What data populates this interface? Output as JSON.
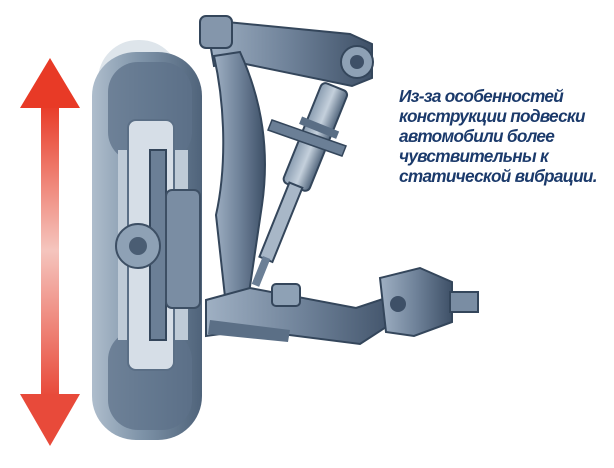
{
  "caption": {
    "lines": [
      "Из-за особенностей",
      "конструкции подвески",
      "автомобили более",
      "чувствительны к",
      "статической вибрации."
    ]
  },
  "colors": {
    "arrow_top": "#e83a26",
    "arrow_bottom": "#e84a3a",
    "arrow_fade": "#f5c5be",
    "metal_dark": "#3e5067",
    "metal_mid": "#6f8299",
    "metal_light": "#9fb0c3",
    "tire": "#7e93a8",
    "caption": "#1b3a6b"
  },
  "icons": [
    "vertical-vibration-arrow-icon"
  ]
}
